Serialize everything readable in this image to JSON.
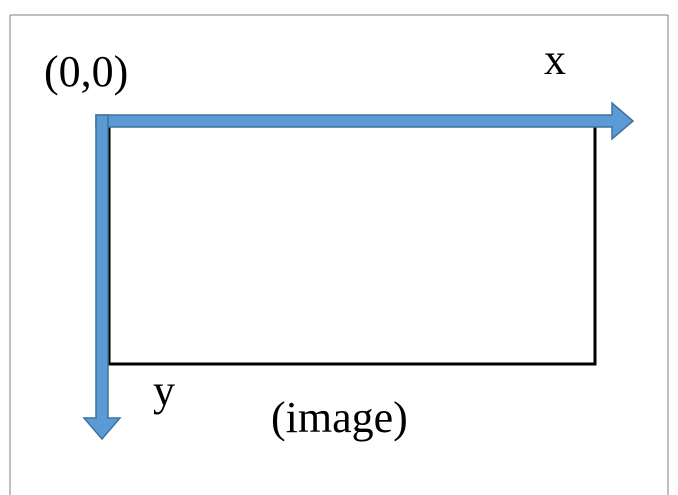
{
  "diagram": {
    "origin_label": "(0,0)",
    "x_axis_label": "x",
    "y_axis_label": "y",
    "image_label": "(image)",
    "colors": {
      "axis_fill": "#5b9bd5",
      "axis_stroke": "#41719c",
      "rectangle_stroke": "#000000",
      "frame_stroke": "#7f7f7f",
      "text": "#000000"
    }
  }
}
